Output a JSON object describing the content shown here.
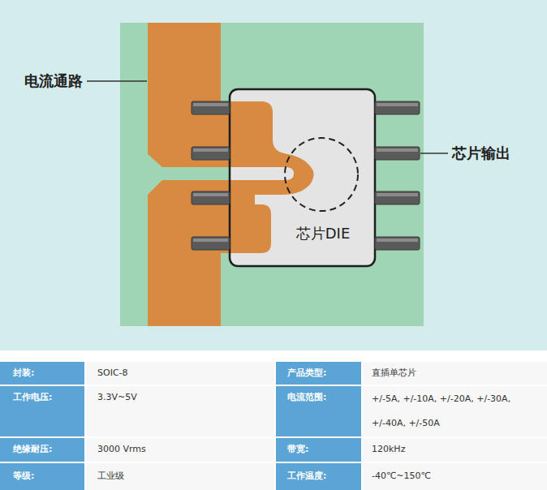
{
  "diagram": {
    "nodes": [
      {
        "text": [
          "芯片DIE"
        ]
      }
    ],
    "labels": [
      "电流通路",
      "芯片输出",
      "封装:",
      "SOIC-8",
      "产品类型:",
      "直插单芯片",
      "工作电压:",
      "3.3V~5V",
      "电流范围:",
      "+/-5A, +/-10A, +/-20A, +/-30A, +/-40A, +/-50A",
      "绝缘耐压:",
      "3000 Vrms",
      "带宽:",
      "120kHz",
      "等级:",
      "工业级",
      "工作温度:",
      "-40℃~150℃"
    ]
  }
}
